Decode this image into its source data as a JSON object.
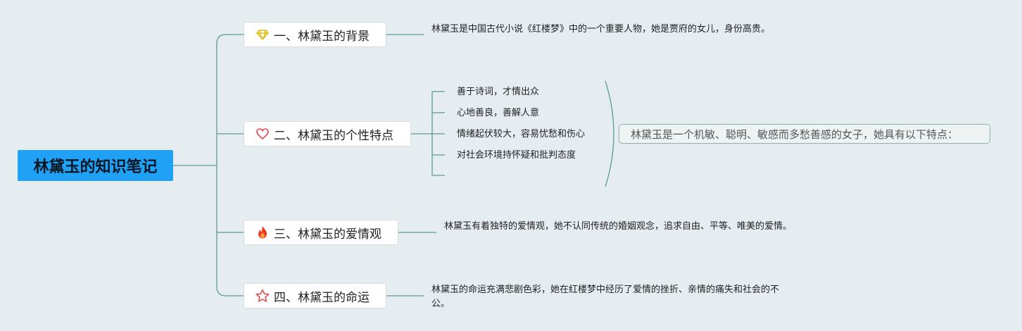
{
  "root": {
    "title": "林黛玉的知识笔记"
  },
  "branches": [
    {
      "label": "一、林黛玉的背景",
      "icon": "diamond-icon",
      "note": "林黛玉是中国古代小说《红楼梦》中的一个重要人物，她是贾府的女儿，身份高贵。"
    },
    {
      "label": "二、林黛玉的个性特点",
      "icon": "heart-icon",
      "items": [
        "善于诗词，才情出众",
        "心地善良，善解人意",
        "情绪起伏较大，容易忧愁和伤心",
        "对社会环境持怀疑和批判态度",
        ""
      ],
      "summary": "林黛玉是一个机敏、聪明、敏感而多愁善感的女子，她具有以下特点："
    },
    {
      "label": "三、林黛玉的爱情观",
      "icon": "fire-icon",
      "note": "林黛玉有着独特的爱情观，她不认同传统的婚姻观念，追求自由、平等、唯美的爱情。"
    },
    {
      "label": "四、林黛玉的命运",
      "icon": "star-icon",
      "note": "林黛玉的命运充满悲剧色彩，她在红楼梦中经历了爱情的挫折、亲情的痛失和社会的不公。"
    }
  ],
  "colors": {
    "root_fill": "#1fa2f5",
    "connector": "#5a9c8e",
    "background": "#e5edf0"
  }
}
